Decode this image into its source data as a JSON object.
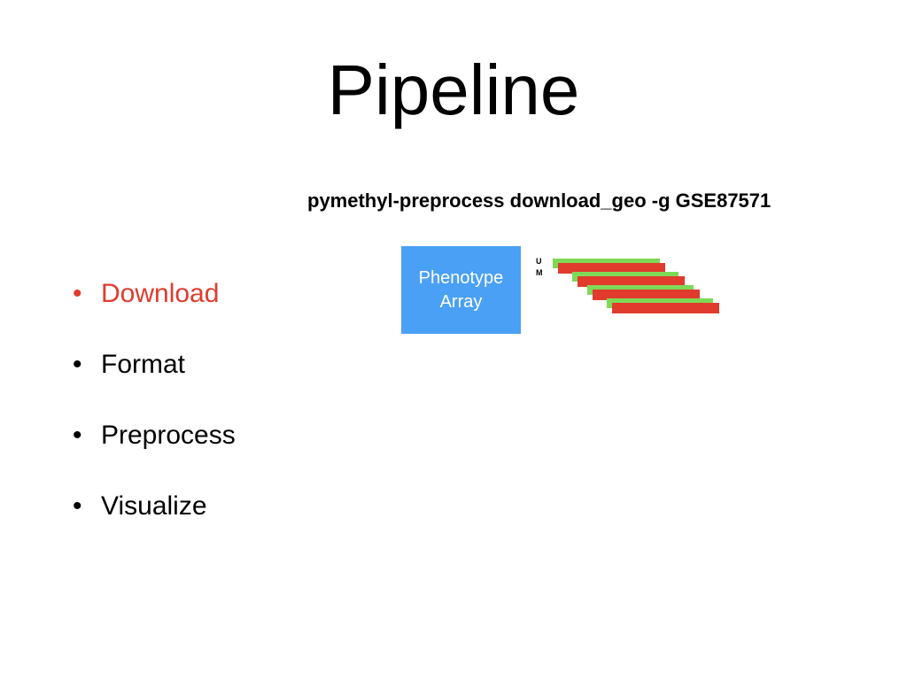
{
  "slide": {
    "title": "Pipeline",
    "command": "pymethyl-preprocess download_geo -g GSE87571"
  },
  "bullets": [
    {
      "label": "Download",
      "active": true
    },
    {
      "label": "Format",
      "active": false
    },
    {
      "label": "Preprocess",
      "active": false
    },
    {
      "label": "Visualize",
      "active": false
    }
  ],
  "bullet_glyph": "•",
  "diagram": {
    "box_line1": "Phenotype",
    "box_line2": "Array",
    "box_color": "#4aa0f4",
    "u_label": "U",
    "m_label": "M",
    "unmethylated_color": "#7ed957",
    "methylated_color": "#e03b2d"
  },
  "colors": {
    "active_bullet": "#e03b2d",
    "text": "#000000"
  }
}
